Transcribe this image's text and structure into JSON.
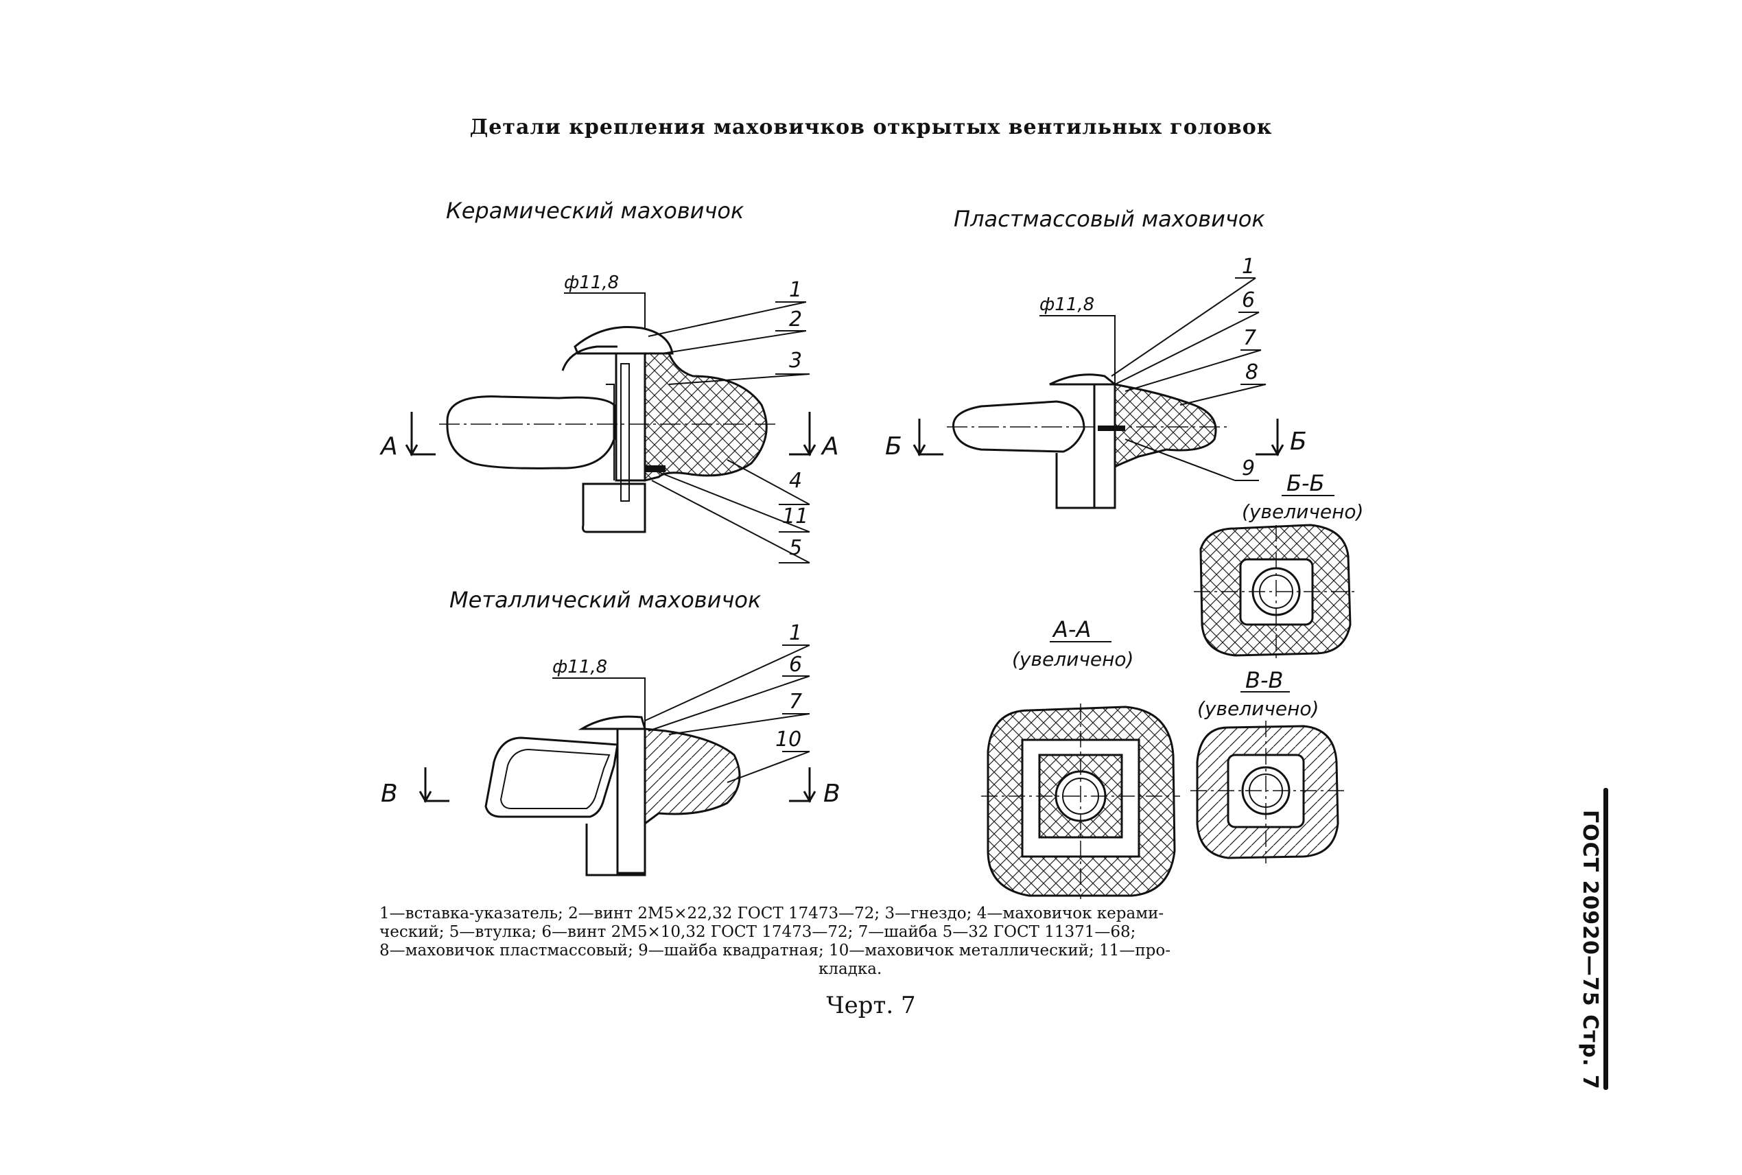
{
  "page": {
    "title": "Детали крепления маховичков открытых вентильных головок",
    "chart_caption": "Черт. 7",
    "side_mark": "ГОСТ 20920—75 Стр. 7"
  },
  "views": {
    "ceramic": {
      "title": "Керамический маховичок",
      "diameter": "ф11,8",
      "callouts": [
        "1",
        "2",
        "3",
        "4",
        "11",
        "5"
      ],
      "section_left": "А",
      "section_right": "А"
    },
    "plastic": {
      "title": "Пластмассовый маховичок",
      "diameter": "ф11,8",
      "callouts": [
        "1",
        "6",
        "7",
        "8",
        "9"
      ],
      "section_left": "Б",
      "section_right": "Б"
    },
    "metal": {
      "title": "Металлический маховичок",
      "diameter": "ф11,8",
      "callouts": [
        "1",
        "6",
        "7",
        "10"
      ],
      "section_left": "В",
      "section_right": "В"
    }
  },
  "sections": {
    "aa": {
      "title": "А-А",
      "note": "(увеличено)"
    },
    "bb": {
      "title": "Б-Б",
      "note": "(увеличено)"
    },
    "vv": {
      "title": "В-В",
      "note": "(увеличено)"
    }
  },
  "legend": {
    "line1": "1—вставка-указатель; 2—винт 2М5×22,32 ГОСТ 17473—72; 3—гнездо; 4—маховичок керами-",
    "line2": "ческий; 5—втулка; 6—винт 2М5×10,32 ГОСТ 17473—72; 7—шайба 5—32 ГОСТ 11371—68;",
    "line3": "8—маховичок пластмассовый; 9—шайба квадратная; 10—маховичок металлический; 11—про-",
    "line4": "кладка."
  }
}
